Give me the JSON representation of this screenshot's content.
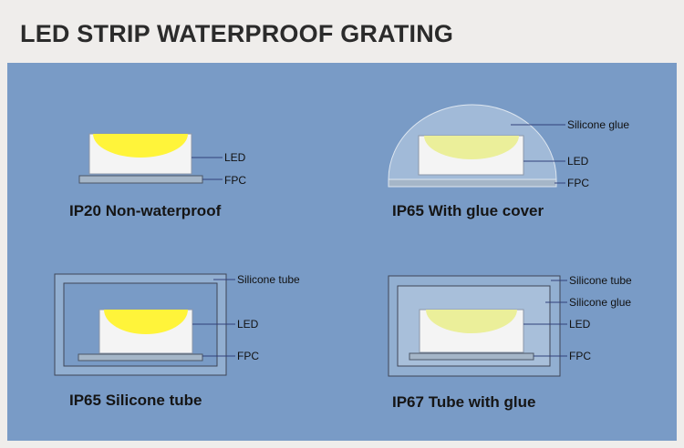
{
  "title": "LED STRIP WATERPROOF GRATING",
  "colors": {
    "background": "#efedeb",
    "panel": "#799bc6",
    "led_body": "#f4f4f4",
    "led_light_bright": "#fff43a",
    "led_light_soft": "#ebef9a",
    "fpc": "#a5b6c8",
    "glue": "#a8bfda",
    "leader_line": "#31407a"
  },
  "diagrams": [
    {
      "caption": "IP20 Non-waterproof",
      "labels": {
        "led": "LED",
        "fpc": "FPC"
      }
    },
    {
      "caption": "IP65 With glue cover",
      "labels": {
        "glue": "Silicone glue",
        "led": "LED",
        "fpc": "FPC"
      }
    },
    {
      "caption": "IP65 Silicone tube",
      "labels": {
        "tube": "Silicone tube",
        "led": "LED",
        "fpc": "FPC"
      }
    },
    {
      "caption": "IP67 Tube with glue",
      "labels": {
        "tube": "Silicone tube",
        "glue": "Silicone glue",
        "led": "LED",
        "fpc": "FPC"
      }
    }
  ]
}
